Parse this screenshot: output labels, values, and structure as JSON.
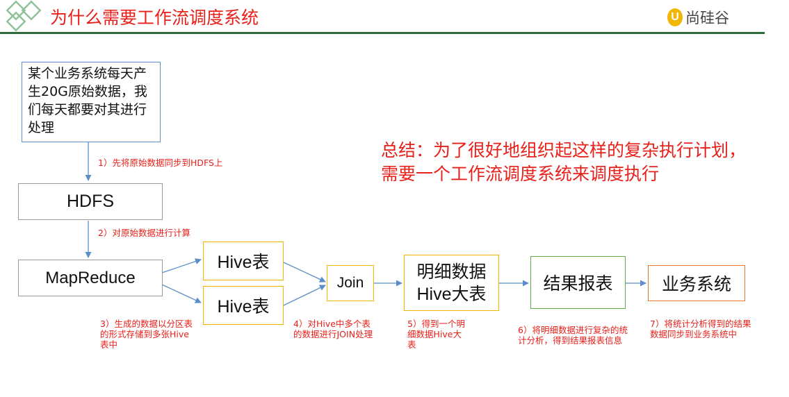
{
  "header": {
    "title": "为什么需要工作流调度系统",
    "brand_mark": "U",
    "brand": "尚硅谷",
    "accent_color": "#e8201a",
    "line_color": "#2e6b3a"
  },
  "nodes": {
    "source": "某个业务系统每天产生20G原始数据，我们每天都要对其进行处理",
    "hdfs": "HDFS",
    "mapreduce": "MapReduce",
    "hive1": "Hive表",
    "hive2": "Hive表",
    "join": "Join",
    "detail": "明细数据Hive大表",
    "report": "结果报表",
    "business": "业务系统"
  },
  "notes": {
    "step1": "1）先将原始数据同步到HDFS上",
    "step2": "2）对原始数据进行计算",
    "step3": "3）生成的数据以分区表的形式存储到多张Hive表中",
    "step4": "4）对Hive中多个表的数据进行JOIN处理",
    "step5": "5）得到一个明细数据Hive大表",
    "step6": "6）将明细数据进行复杂的统计分析，得到结果报表信息",
    "step7": "7）将统计分析得到的结果数据同步到业务系统中"
  },
  "summary": "总结：为了很好地组织起这样的复杂执行计划，需要一个工作流调度系统来调度执行"
}
